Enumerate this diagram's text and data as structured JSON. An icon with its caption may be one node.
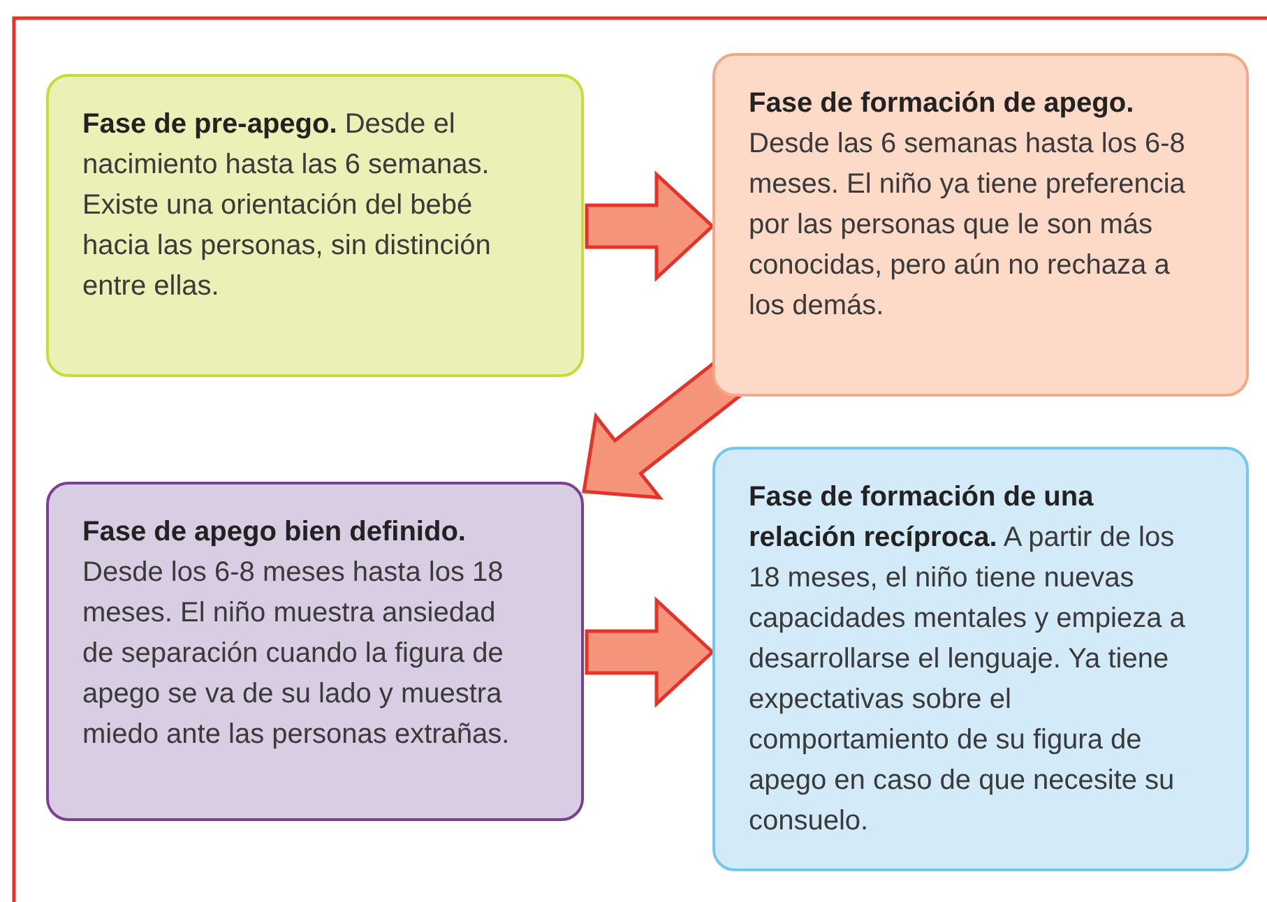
{
  "diagram": {
    "nodes": [
      {
        "text": [
          "**Fase de pre-apego.** Desde el nacimiento hasta las 6 semanas. Existe una orientación del bebé hacia  las personas, sin distinción entre ellas."
        ]
      },
      {
        "text": [
          "Fase de formación de apego.",
          "Desde las 6 semanas hasta los 6-8 meses. El niño ya tiene preferencia por las personas que le son más conocidas, pero aún no rechaza a los demás."
        ]
      },
      {
        "text": [
          "Fase de apego bien definido.",
          "Desde los 6-8 meses hasta los 18 meses. El niño muestra ansiedad de separación cuando la figura de apego se va de su lado y muestra miedo ante las personas extrañas."
        ]
      },
      {
        "text": [
          "**Fase de formación de una relación recíproca.** A partir de los 18 meses, el niño tiene nuevas capacidades mentales y empieza a desarrollarse el lenguaje. Ya tiene expectativas sobre el comportamiento de su figura de apego en caso de que necesite su consuelo."
        ]
      }
    ],
    "edges": [
      {
        "from": 0,
        "to": 1,
        "arrow": "to"
      },
      {
        "from": 1,
        "to": 2,
        "arrow": "to"
      },
      {
        "from": 2,
        "to": 3,
        "arrow": "to"
      }
    ]
  }
}
